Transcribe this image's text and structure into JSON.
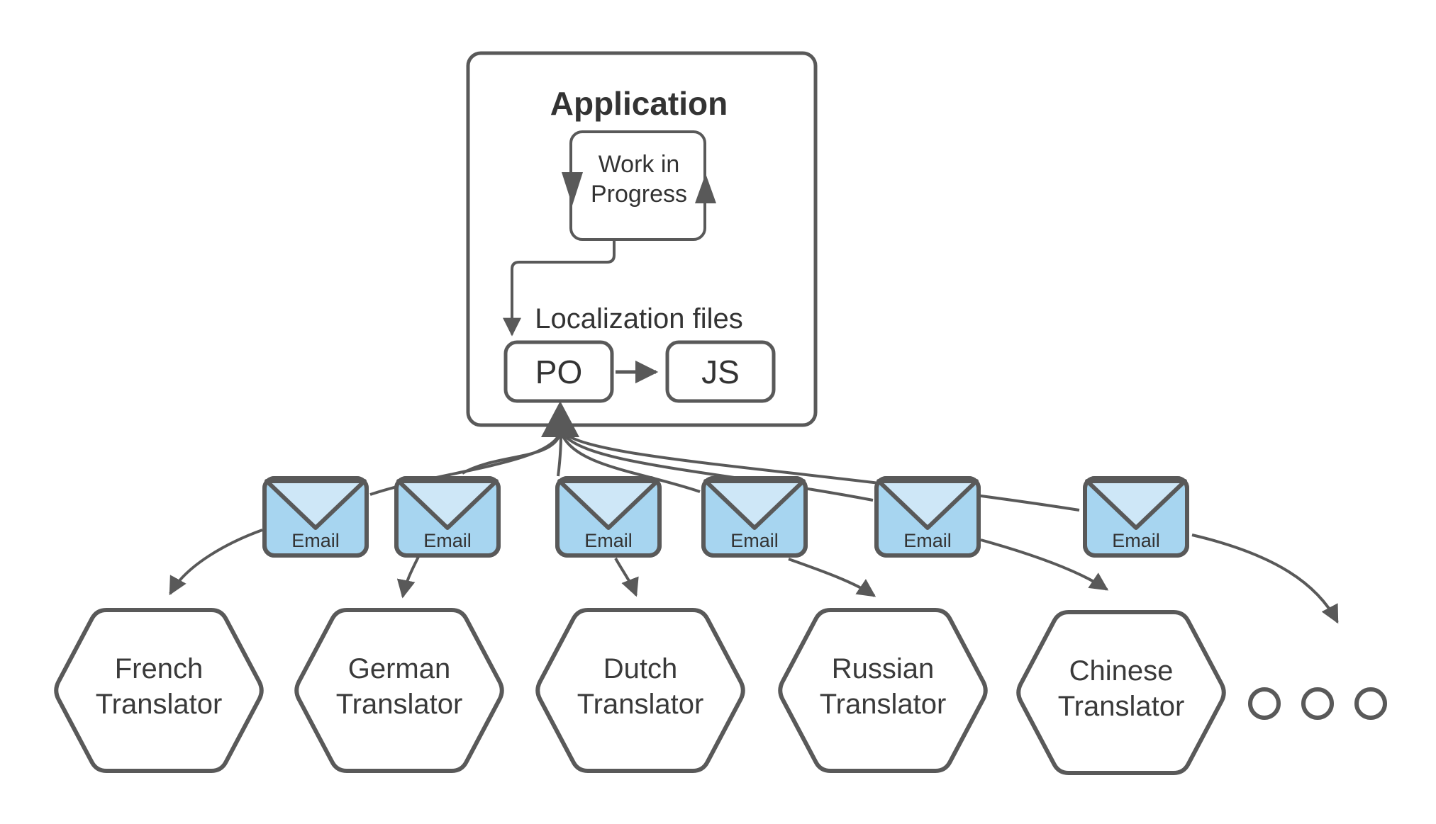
{
  "diagram": {
    "title": "Application",
    "work_in_progress": {
      "line1": "Work in",
      "line2": "Progress"
    },
    "localization": {
      "label": "Localization files",
      "po": "PO",
      "js": "JS"
    },
    "emails": [
      {
        "label": "Email"
      },
      {
        "label": "Email"
      },
      {
        "label": "Email"
      },
      {
        "label": "Email"
      },
      {
        "label": "Email"
      },
      {
        "label": "Email"
      }
    ],
    "translators": [
      {
        "line1": "French",
        "line2": "Translator"
      },
      {
        "line1": "German",
        "line2": "Translator"
      },
      {
        "line1": "Dutch",
        "line2": "Translator"
      },
      {
        "line1": "Russian",
        "line2": "Translator"
      },
      {
        "line1": "Chinese",
        "line2": "Translator"
      }
    ],
    "ellipsis_dots": 3,
    "colors": {
      "line": "#595959",
      "text": "#333333",
      "envelope_body": "#A7D5F0",
      "envelope_flap": "#CEE7F7",
      "background": "#FFFFFF"
    }
  }
}
